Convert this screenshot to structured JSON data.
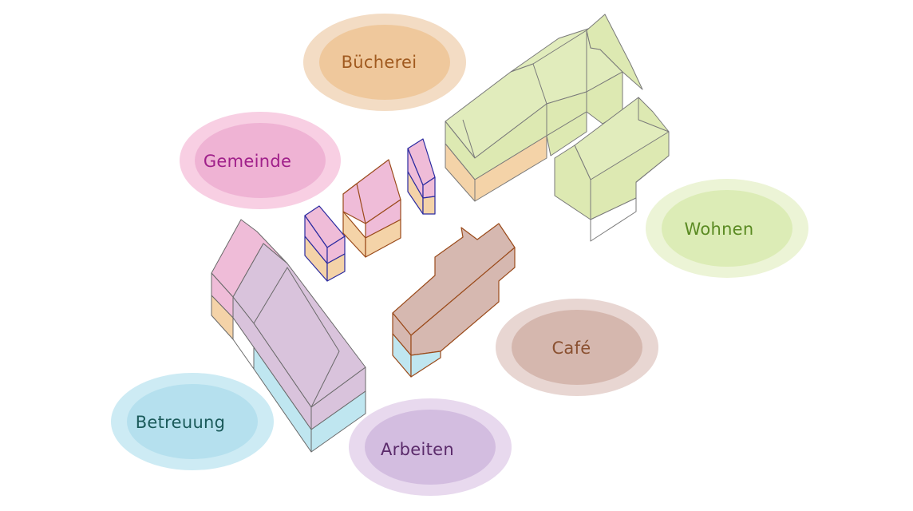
{
  "labels": {
    "buecherei": {
      "text": "Bücherei",
      "color": "#a05a1f"
    },
    "gemeinde": {
      "text": "Gemeinde",
      "color": "#a0208a"
    },
    "wohnen": {
      "text": "Wohnen",
      "color": "#5a8a22"
    },
    "cafe": {
      "text": "Café",
      "color": "#8a5030"
    },
    "betreuung": {
      "text": "Betreuung",
      "color": "#1a5a5a"
    },
    "arbeiten": {
      "text": "Arbeiten",
      "color": "#5a2a6a"
    }
  },
  "colors": {
    "buecherei_outer": "#f3dcc4",
    "buecherei_inner": "#efc89c",
    "gemeinde_outer": "#f8cfe3",
    "gemeinde_inner": "#efb3d4",
    "wohnen_outer": "#ecf4d6",
    "wohnen_inner": "#dcecb6",
    "cafe_outer": "#e8d6d2",
    "cafe_inner": "#d5b7ae",
    "betreuung_outer": "#cdebf4",
    "betreuung_inner": "#b5e0ee",
    "arbeiten_outer": "#e8d9ee",
    "arbeiten_inner": "#d3bde0",
    "green_roof": "#e1ecbc",
    "green_wall": "#dde9b2",
    "green_stroke": "#7a7a7a",
    "peach": "#f4d3a8",
    "pink": "#efbcd8",
    "lilac": "#d9c3dc",
    "brown": "#d6b8b0",
    "cyan": "#bfe6f0",
    "blue_stroke": "#2a2aa0",
    "brown_stroke": "#9a4a1a",
    "grey_stroke": "#6a6a6a"
  }
}
